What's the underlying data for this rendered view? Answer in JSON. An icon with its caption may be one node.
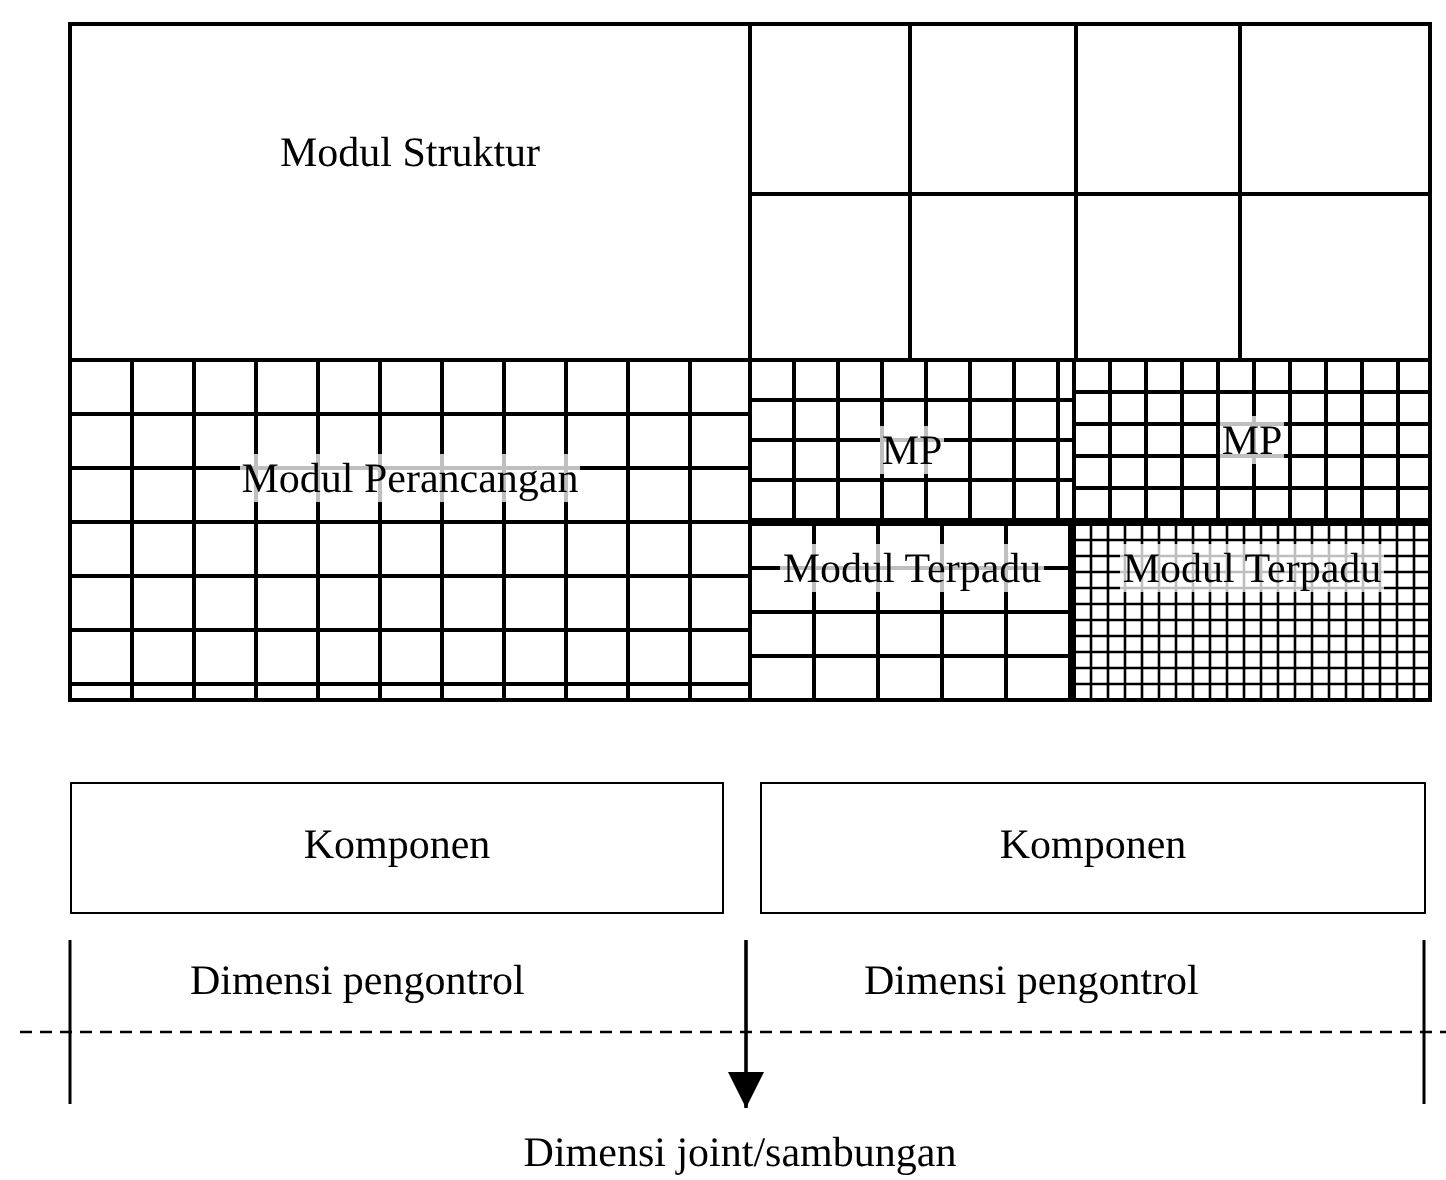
{
  "diagram": {
    "nodes": [
      {
        "text": [
          "Modul Struktur"
        ]
      },
      {
        "text": [
          "Modul Perancangan"
        ]
      },
      {
        "text": [
          "MP"
        ]
      },
      {
        "text": [
          "Modul Terpadu"
        ]
      },
      {
        "text": [
          "MP"
        ]
      },
      {
        "text": [
          "Modul Terpadu"
        ]
      },
      {
        "text": [
          "Komponen"
        ]
      },
      {
        "text": [
          "Komponen"
        ]
      },
      {
        "text": [
          "Dimensi joint/sambungan"
        ]
      }
    ],
    "edges": [
      {
        "from": null,
        "to": 8,
        "arrow": "to"
      }
    ],
    "labels": [
      "Dimensi pengontrol",
      "Dimensi pengontrol"
    ]
  }
}
